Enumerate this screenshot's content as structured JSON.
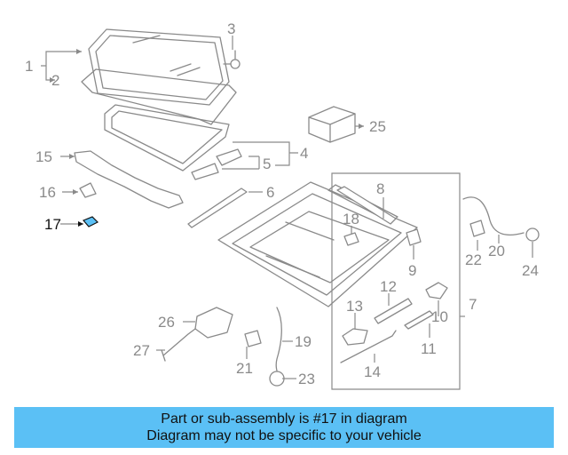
{
  "callouts": [
    "1",
    "2",
    "3",
    "4",
    "5",
    "6",
    "7",
    "8",
    "9",
    "10",
    "11",
    "12",
    "13",
    "14",
    "15",
    "16",
    "17",
    "18",
    "19",
    "20",
    "21",
    "22",
    "23",
    "24",
    "25",
    "26",
    "27"
  ],
  "highlight": {
    "callout": "17",
    "color": "#5bc0f5"
  },
  "banner": {
    "line1": "Part or sub-assembly is #17 in diagram",
    "line2": "Diagram may not be specific to your vehicle",
    "color": "#5bc0f5"
  }
}
